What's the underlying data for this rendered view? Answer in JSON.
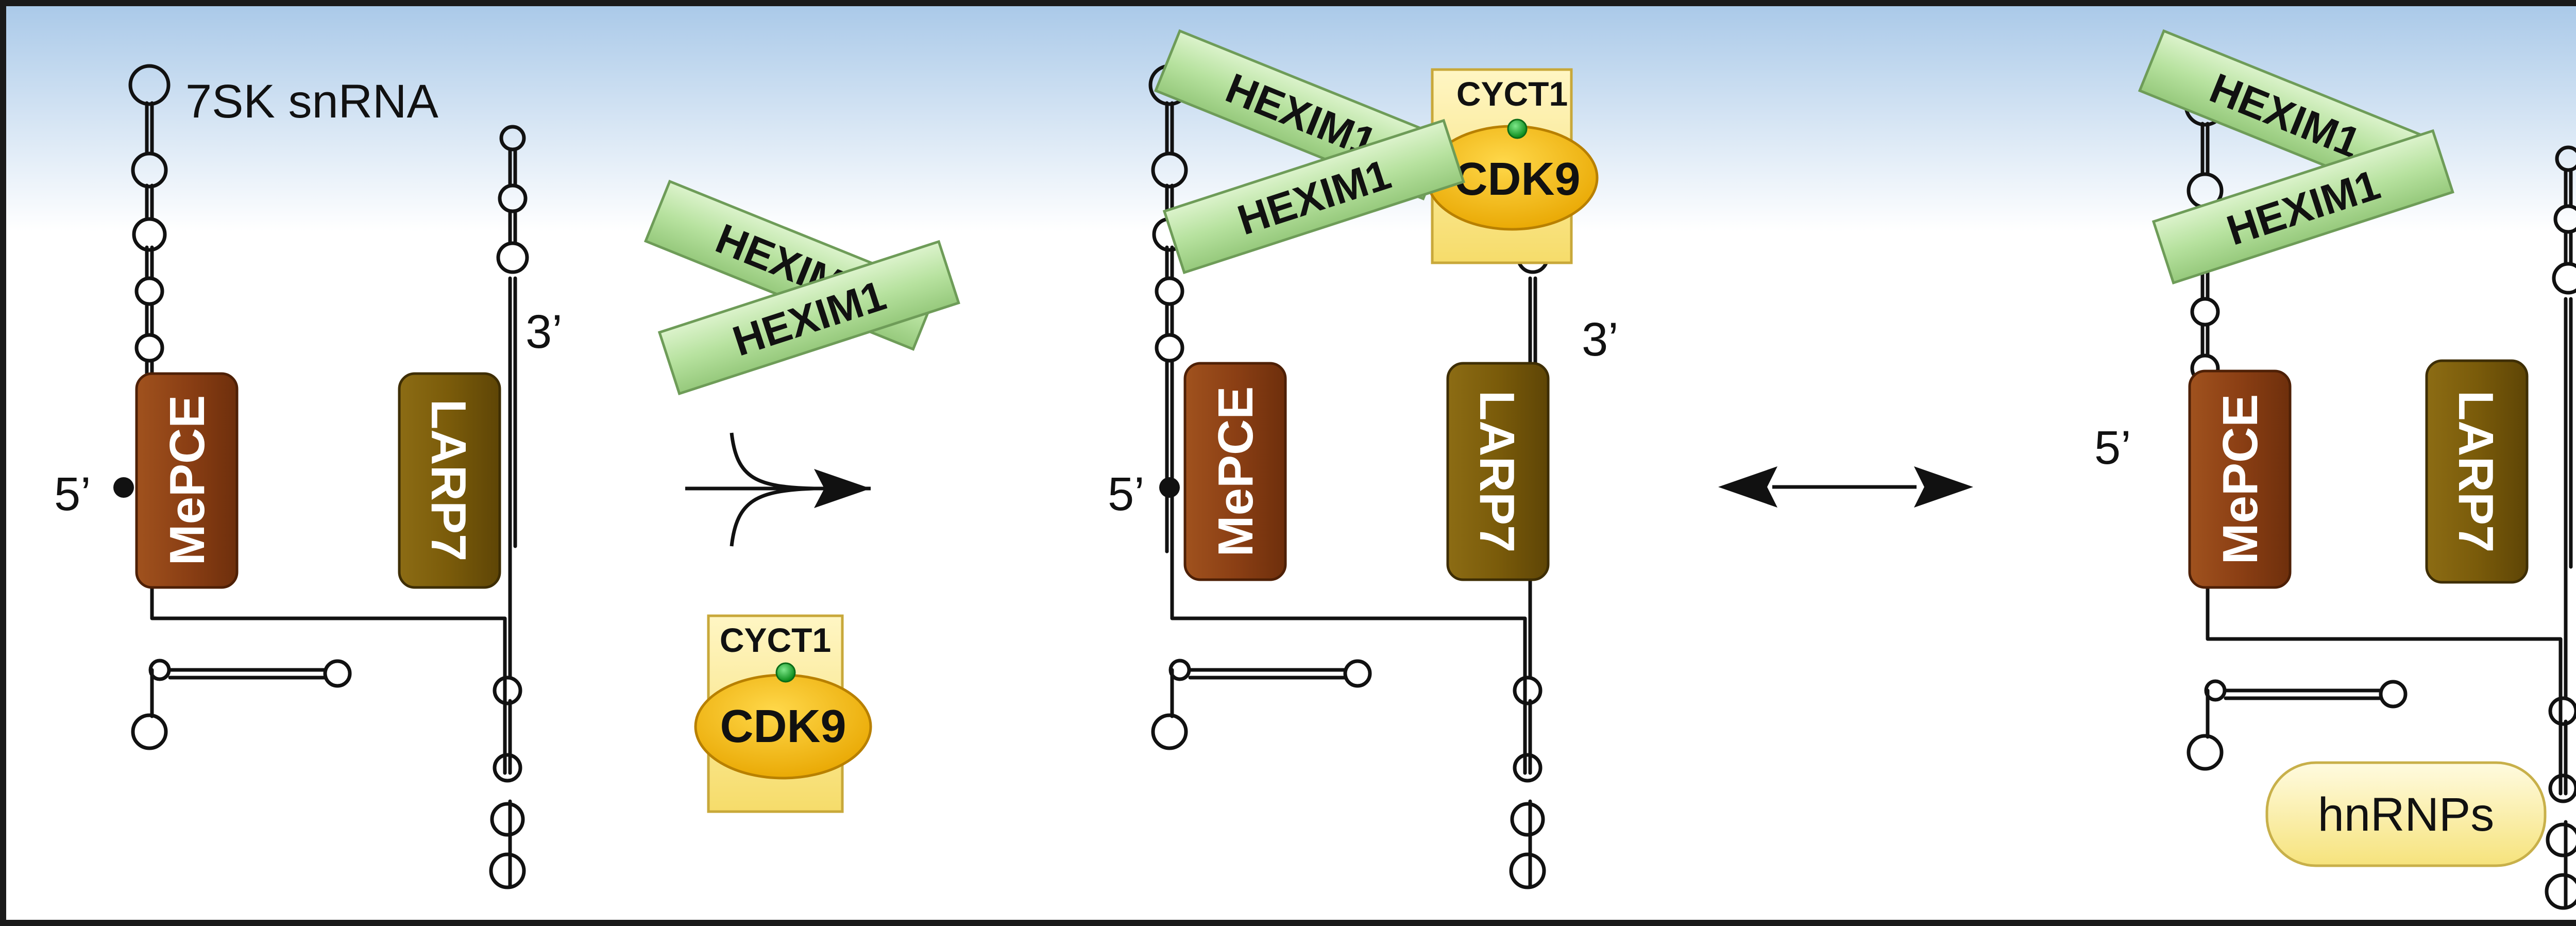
{
  "rna": {
    "name": "7SK snRNA",
    "five_prime": "5’",
    "three_prime": "3’"
  },
  "proteins": {
    "mepce": "MePCE",
    "larp7": "LARP7",
    "hexim1": "HEXIM1",
    "cyct1": "CYCT1",
    "cdk9": "CDK9",
    "hnrnps": "hnRNPs"
  },
  "colors": {
    "mepce": "#8b3f14",
    "larp7": "#7a5b0a",
    "hexim": "#b7e29f",
    "cyct1_box": "#fbe98c",
    "cdk9": "#f2b705",
    "hnrnp": "#fdf2a6",
    "phospho_dot": "#18b030",
    "sky_top": "#a8c8e8",
    "frame": "#1a1a1a"
  }
}
